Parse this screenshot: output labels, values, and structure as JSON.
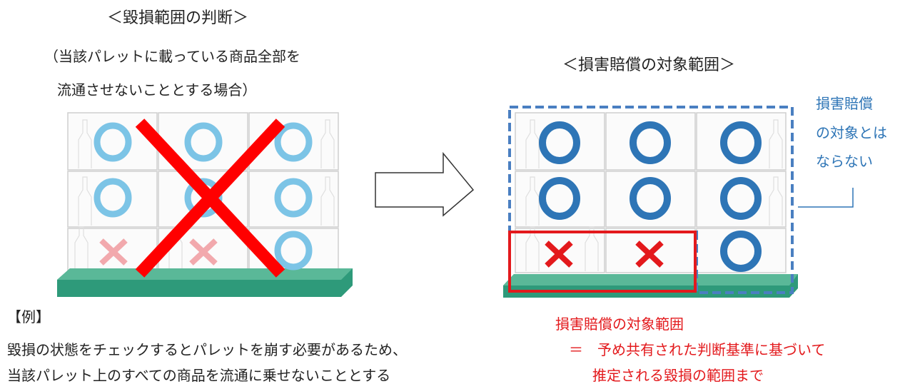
{
  "left_panel": {
    "title": "＜毀損範囲の判断＞",
    "subtitle_line1": "（当該パレットに載っている商品全部を",
    "subtitle_line2": "流通させないこととする場合）"
  },
  "right_panel": {
    "title": "＜損害賠償の対象範囲＞",
    "note_line1": "損害賠償",
    "note_line2": "の対象とは",
    "note_line3": "ならない"
  },
  "example": {
    "heading": "【例】",
    "line1": "毀損の状態をチェックするとパレットを崩す必要があるため、",
    "line2": "当該パレット上のすべての商品を流通に乗せないこととする"
  },
  "scope": {
    "line1": "損害賠償の対象範囲",
    "line2": "＝　予め共有された判断基準に基づいて",
    "line3": "推定される毀損の範囲まで"
  },
  "colors": {
    "red": "#e3191c",
    "light_blue": "#7cc4e6",
    "dark_blue": "#2e75b6",
    "pallet": "#2e9a7a"
  }
}
